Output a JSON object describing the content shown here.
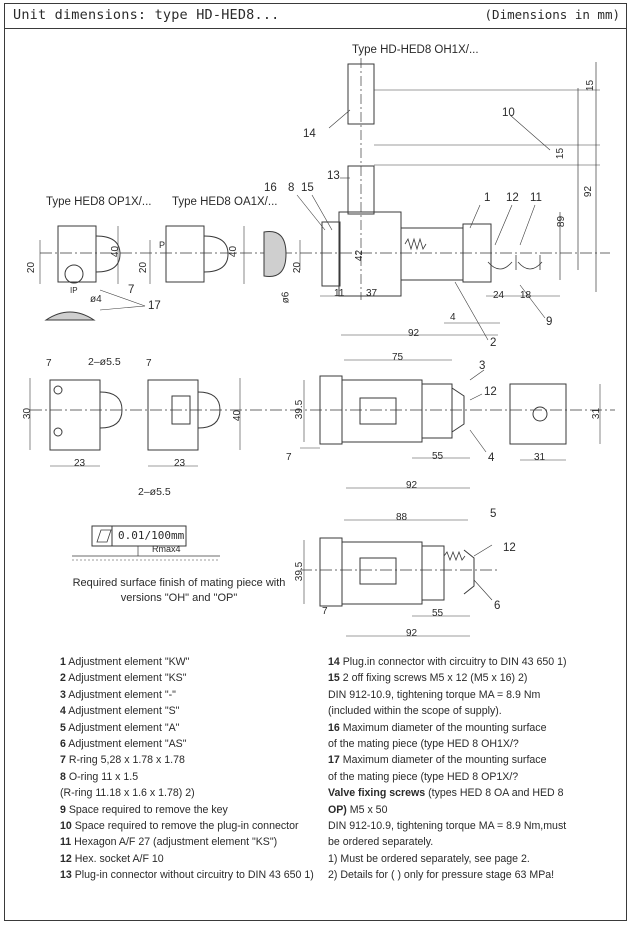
{
  "header": {
    "title": "Unit dimensions: type HD-HED8...",
    "unit_note": "(Dimensions in mm)"
  },
  "views": {
    "type_oh": "Type HD-HED8 OH1X/...",
    "type_op": "Type HED8 OP1X/...",
    "type_oa": "Type HED8 OA1X/..."
  },
  "tolerance": {
    "flatness": "0.01/100mm",
    "roughness": "Rmax4"
  },
  "surface_note": "Required surface finish of mating piece with versions \"OH\" and \"OP\"",
  "dimensions": {
    "d15a": "15",
    "d15b": "15",
    "d92v": "92",
    "d89": "89",
    "d20a": "20",
    "d40a": "40",
    "d20b": "20",
    "d40b": "40",
    "d20c": "20",
    "d42": "42",
    "d11": "11",
    "d37": "37",
    "d24": "24",
    "d18": "18",
    "d4": "4",
    "d92a": "92",
    "d6": "ø6",
    "d4b": "ø4",
    "hole_top": "2–ø5.5",
    "hole_bot": "2–ø5.5",
    "d7a": "7",
    "d7b": "7",
    "d30": "30",
    "d23a": "23",
    "d23b": "23",
    "d40c": "40",
    "d75": "75",
    "d395a": "39.5",
    "d7c": "7",
    "d55a": "55",
    "d92b": "92",
    "d31a": "31",
    "d31b": "31",
    "d88": "88",
    "d395b": "39.5",
    "d7d": "7",
    "d55b": "55",
    "d92c": "92"
  },
  "callouts": {
    "c1": "1",
    "c2": "2",
    "c3": "3",
    "c4": "4",
    "c5": "5",
    "c6": "6",
    "c7": "7",
    "c8": "8",
    "c9": "9",
    "c10": "10",
    "c11": "11",
    "c12a": "12",
    "c12b": "12",
    "c12c": "12",
    "c13": "13",
    "c14": "14",
    "c15": "15",
    "c16": "16",
    "c17": "17",
    "cP": "P",
    "cIP": "IP"
  },
  "legend_left": [
    {
      "n": "1",
      "t": " Adjustment element \"KW\""
    },
    {
      "n": "2",
      "t": " Adjustment element \"KS\""
    },
    {
      "n": "3",
      "t": " Adjustment element \"-\""
    },
    {
      "n": "4",
      "t": " Adjustment element \"S\""
    },
    {
      "n": "5",
      "t": " Adjustment element \"A\""
    },
    {
      "n": "6",
      "t": " Adjustment element \"AS\""
    },
    {
      "n": "7",
      "t": " R-ring 5,28 x 1.78 x 1.78"
    },
    {
      "n": "8",
      "t": " O-ring 11 x 1.5"
    },
    {
      "n": "",
      "t": "(R-ring 11.18 x 1.6 x 1.78) 2)"
    },
    {
      "n": "9",
      "t": " Space required to remove the key"
    },
    {
      "n": "10",
      "t": " Space required to remove the plug-in connector"
    },
    {
      "n": "11",
      "t": " Hexagon A/F 27 (adjustment element \"KS\")"
    },
    {
      "n": "12",
      "t": " Hex. socket A/F 10"
    },
    {
      "n": "13",
      "t": " Plug-in connector without circuitry to DIN 43 650 1)"
    }
  ],
  "legend_right": [
    {
      "n": "14",
      "t": " Plug.in connector with circuitry to DIN 43 650 1)"
    },
    {
      "n": "15",
      "t": " 2 off fixing screws M5 x 12 (M5 x 16) 2)"
    },
    {
      "n": "",
      "t": "DIN 912-10.9, tightening torque MA = 8.9 Nm"
    },
    {
      "n": "",
      "t": "(included within the scope of supply)."
    },
    {
      "n": "16",
      "t": " Maximum diameter of the mounting surface"
    },
    {
      "n": "",
      "t": "of the mating piece (type HED 8 OH1X/?"
    },
    {
      "n": "17",
      "t": " Maximum diameter of the mounting surface"
    },
    {
      "n": "",
      "t": "of the mating piece (type HED 8 OP1X/?"
    },
    {
      "n": "Valve fixing screws",
      "t": " (types HED 8 OA and HED 8"
    },
    {
      "n": "OP)",
      "t": " M5 x 50"
    },
    {
      "n": "",
      "t": "DIN 912-10.9, tightening torque MA = 8.9 Nm,must"
    },
    {
      "n": "",
      "t": "be ordered separately."
    },
    {
      "n": "",
      "t": "1) Must be ordered separately, see page 2."
    },
    {
      "n": "",
      "t": "2) Details for ( ) only for pressure stage 63 MPa!"
    }
  ]
}
